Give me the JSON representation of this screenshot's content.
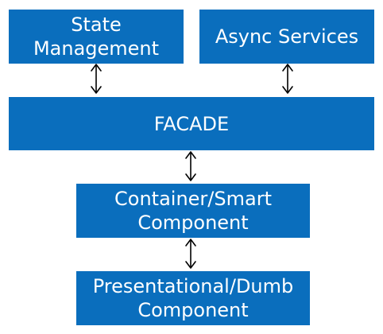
{
  "nodes": {
    "state": {
      "label": "State\nManagement"
    },
    "async": {
      "label": "Async Services"
    },
    "facade": {
      "label": "FACADE"
    },
    "container": {
      "label": "Container/Smart\nComponent"
    },
    "presentational": {
      "label": "Presentational/Dumb\nComponent"
    }
  },
  "colors": {
    "box": "#0a6ebd",
    "text": "#ffffff",
    "arrow": "#000000"
  },
  "edges": [
    {
      "from": "state",
      "to": "facade",
      "direction": "both"
    },
    {
      "from": "async",
      "to": "facade",
      "direction": "both"
    },
    {
      "from": "facade",
      "to": "container",
      "direction": "both"
    },
    {
      "from": "container",
      "to": "presentational",
      "direction": "both"
    }
  ]
}
